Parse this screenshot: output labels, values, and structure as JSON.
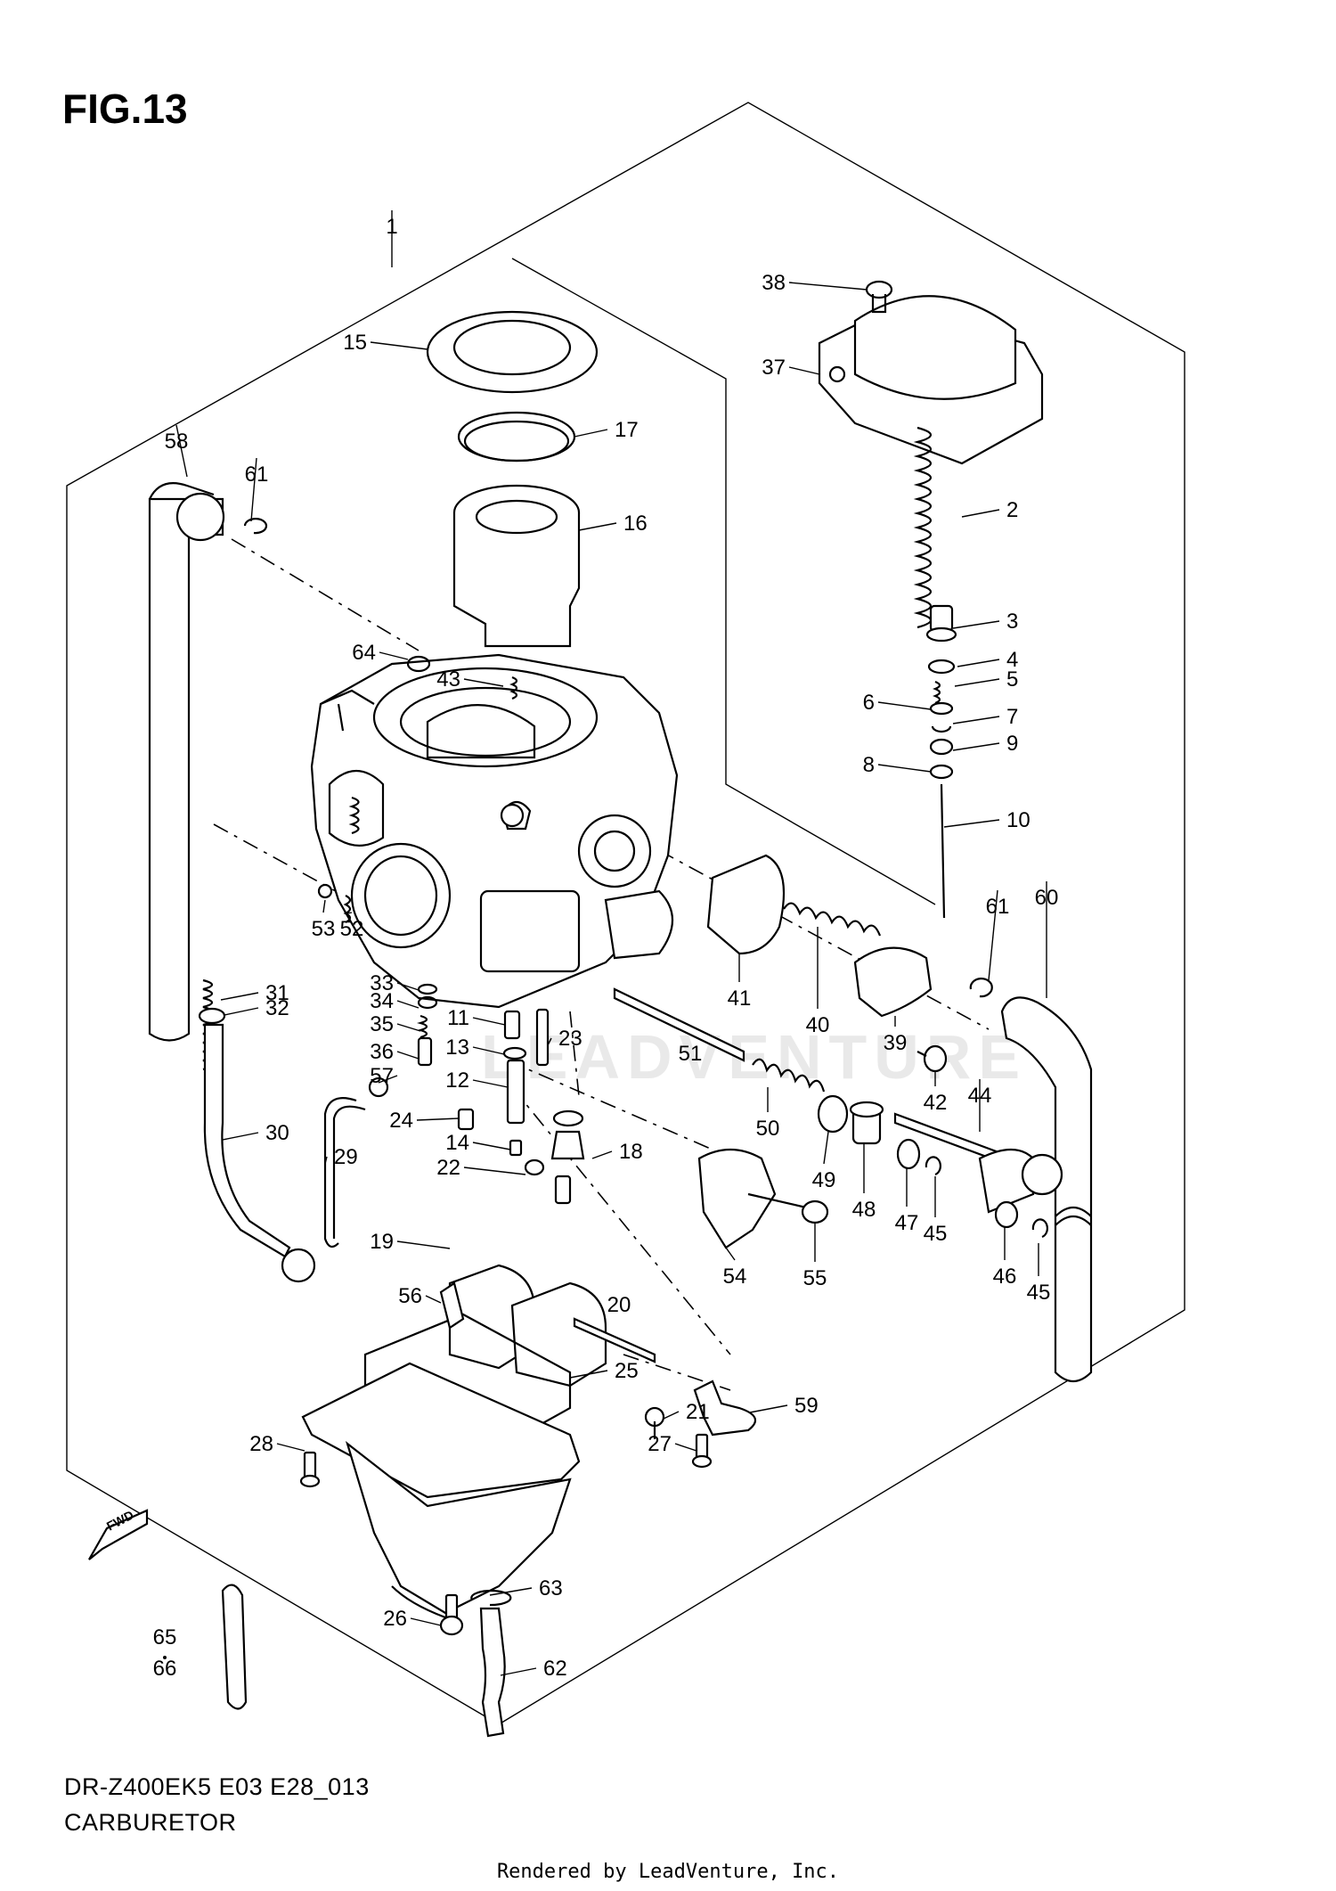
{
  "figure": {
    "title": "FIG.13",
    "model_code": "DR-Z400EK5 E03 E28_013",
    "caption": "CARBURETOR",
    "credit": "Rendered by LeadVenture, Inc.",
    "watermark": "LEADVENTURE",
    "fwd_label": "FWD"
  },
  "callouts": [
    {
      "id": "c1",
      "label": "1"
    },
    {
      "id": "c2",
      "label": "2"
    },
    {
      "id": "c3",
      "label": "3"
    },
    {
      "id": "c4",
      "label": "4"
    },
    {
      "id": "c5",
      "label": "5"
    },
    {
      "id": "c6",
      "label": "6"
    },
    {
      "id": "c7",
      "label": "7"
    },
    {
      "id": "c8",
      "label": "8"
    },
    {
      "id": "c9",
      "label": "9"
    },
    {
      "id": "c10",
      "label": "10"
    },
    {
      "id": "c11",
      "label": "11"
    },
    {
      "id": "c12",
      "label": "12"
    },
    {
      "id": "c13",
      "label": "13"
    },
    {
      "id": "c14",
      "label": "14"
    },
    {
      "id": "c15",
      "label": "15"
    },
    {
      "id": "c16",
      "label": "16"
    },
    {
      "id": "c17",
      "label": "17"
    },
    {
      "id": "c18",
      "label": "18"
    },
    {
      "id": "c19",
      "label": "19"
    },
    {
      "id": "c20",
      "label": "20"
    },
    {
      "id": "c21",
      "label": "21"
    },
    {
      "id": "c22",
      "label": "22"
    },
    {
      "id": "c23",
      "label": "23"
    },
    {
      "id": "c24",
      "label": "24"
    },
    {
      "id": "c25",
      "label": "25"
    },
    {
      "id": "c26",
      "label": "26"
    },
    {
      "id": "c27",
      "label": "27"
    },
    {
      "id": "c28",
      "label": "28"
    },
    {
      "id": "c29",
      "label": "29"
    },
    {
      "id": "c30",
      "label": "30"
    },
    {
      "id": "c31",
      "label": "31"
    },
    {
      "id": "c32",
      "label": "32"
    },
    {
      "id": "c33",
      "label": "33"
    },
    {
      "id": "c34",
      "label": "34"
    },
    {
      "id": "c35",
      "label": "35"
    },
    {
      "id": "c36",
      "label": "36"
    },
    {
      "id": "c37",
      "label": "37"
    },
    {
      "id": "c38",
      "label": "38"
    },
    {
      "id": "c39",
      "label": "39"
    },
    {
      "id": "c40",
      "label": "40"
    },
    {
      "id": "c41",
      "label": "41"
    },
    {
      "id": "c42",
      "label": "42"
    },
    {
      "id": "c43",
      "label": "43"
    },
    {
      "id": "c44",
      "label": "44"
    },
    {
      "id": "c45a",
      "label": "45"
    },
    {
      "id": "c45b",
      "label": "45"
    },
    {
      "id": "c46",
      "label": "46"
    },
    {
      "id": "c47",
      "label": "47"
    },
    {
      "id": "c48",
      "label": "48"
    },
    {
      "id": "c49",
      "label": "49"
    },
    {
      "id": "c50",
      "label": "50"
    },
    {
      "id": "c51",
      "label": "51"
    },
    {
      "id": "c52",
      "label": "52"
    },
    {
      "id": "c53",
      "label": "53"
    },
    {
      "id": "c54",
      "label": "54"
    },
    {
      "id": "c55",
      "label": "55"
    },
    {
      "id": "c56",
      "label": "56"
    },
    {
      "id": "c57",
      "label": "57"
    },
    {
      "id": "c58",
      "label": "58"
    },
    {
      "id": "c59",
      "label": "59"
    },
    {
      "id": "c60",
      "label": "60"
    },
    {
      "id": "c61a",
      "label": "61"
    },
    {
      "id": "c61b",
      "label": "61"
    },
    {
      "id": "c62",
      "label": "62"
    },
    {
      "id": "c63",
      "label": "63"
    },
    {
      "id": "c64",
      "label": "64"
    },
    {
      "id": "c65",
      "label": "65"
    },
    {
      "id": "c66",
      "label": "66"
    }
  ]
}
